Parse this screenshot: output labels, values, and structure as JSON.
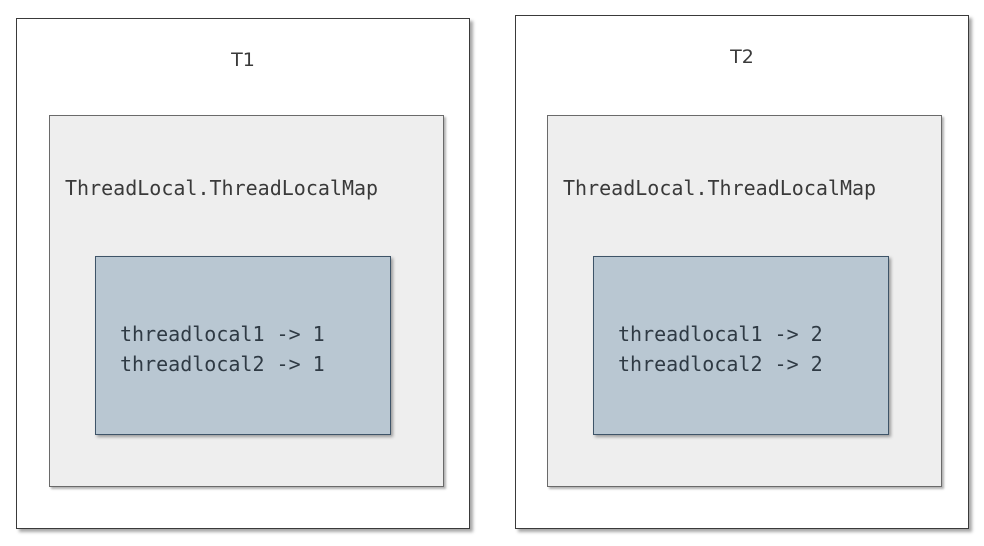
{
  "threads": [
    {
      "title": "T1",
      "map_label": "ThreadLocal.ThreadLocalMap",
      "entries": [
        "threadlocal1 -> 1",
        "threadlocal2 -> 1"
      ]
    },
    {
      "title": "T2",
      "map_label": "ThreadLocal.ThreadLocalMap",
      "entries": [
        "threadlocal1 -> 2",
        "threadlocal2 -> 2"
      ]
    }
  ],
  "colors": {
    "thread_border": "#3a3a3a",
    "map_fill": "#eeeeee",
    "entries_fill": "#b9c7d2",
    "entries_border": "#3e5468"
  }
}
